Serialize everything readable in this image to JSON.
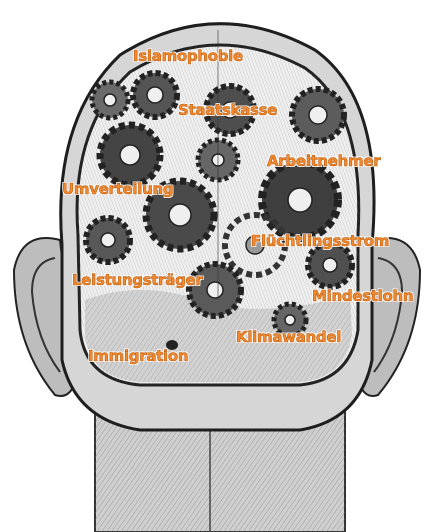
{
  "labels": [
    "Islamophobie",
    "Staatskasse",
    "Arbeitnehmer",
    "Umverteilung",
    "Flüchtlingsstrom",
    "Leistungsträger",
    "Mindestlohn",
    "Klimawandel",
    "Immigration"
  ],
  "colors": {
    "label_fill": "#f28a2e",
    "label_outline": "#b85a10",
    "ink": "#2a2a2a",
    "skin": "#d8d8d8",
    "gear_metal": "#5a5a5a"
  }
}
